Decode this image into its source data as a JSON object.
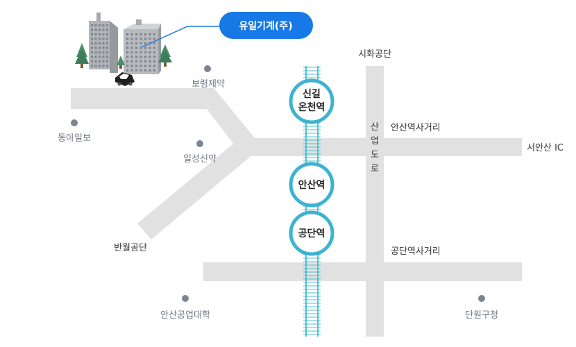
{
  "company_badge": {
    "label": "유일기계(주)"
  },
  "stations": {
    "singil": {
      "line1": "신길",
      "line2": "온천역"
    },
    "ansan": {
      "label": "안산역"
    },
    "gongdan": {
      "label": "공단역"
    }
  },
  "road_vertical": {
    "chars": [
      "산",
      "업",
      "도",
      "로"
    ]
  },
  "places": {
    "sihwa": "시화공단",
    "boryeong": "보령제약",
    "donga": "동아일보",
    "ilsung": "일성신약",
    "ansan_intersection": "안산역사거리",
    "seoansan_ic": "서안산 IC",
    "banwol": "반월공단",
    "gongdan_intersection": "공단역사거리",
    "ansan_univ": "안산공업대학",
    "danwon": "단원구청"
  },
  "colors": {
    "road": "#e1e1e1",
    "rail": "#4fc0cf",
    "station_ring": "#3db3cf",
    "badge": "#1779e6",
    "marker": "#7b8592"
  }
}
